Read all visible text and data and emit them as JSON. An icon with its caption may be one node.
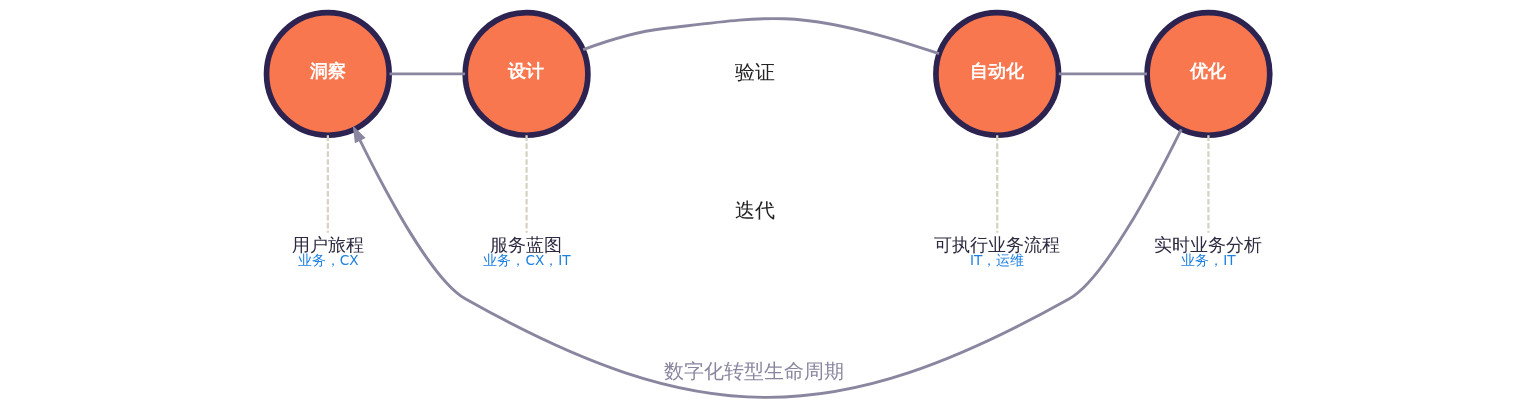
{
  "diagram": {
    "nodes": [
      {
        "text": [
          "洞察"
        ]
      },
      {
        "text": [
          "设计"
        ]
      },
      {
        "text": [
          "自动化"
        ]
      },
      {
        "text": [
          "优化"
        ]
      },
      {
        "text": [
          "用户旅程",
          "业务，CX"
        ]
      },
      {
        "text": [
          "服务蓝图",
          "业务，CX，IT"
        ]
      },
      {
        "text": [
          "可执行业务流程",
          "IT，运维"
        ]
      },
      {
        "text": [
          "实时业务分析",
          "业务，IT"
        ]
      }
    ],
    "edges": [
      {
        "from": 0,
        "to": 1,
        "arrow": "none",
        "color": "#8a86a0"
      },
      {
        "from": 1,
        "to": 2,
        "arrow": "none",
        "color": "#8a86a0"
      },
      {
        "from": 2,
        "to": 3,
        "arrow": "none",
        "color": "#8a86a0"
      },
      {
        "from": 3,
        "to": 0,
        "arrow": "to",
        "label": "数字化转型生命周期",
        "color": "#8a86a0"
      },
      {
        "from": 0,
        "to": 4,
        "arrow": "none",
        "style": "dashed",
        "color": "#d6d3c4"
      },
      {
        "from": 1,
        "to": 5,
        "arrow": "none",
        "style": "dashed",
        "color": "#d6d3c4"
      },
      {
        "from": 2,
        "to": 6,
        "arrow": "none",
        "style": "dashed",
        "color": "#d6d3c4"
      },
      {
        "from": 3,
        "to": 7,
        "arrow": "none",
        "style": "dashed",
        "color": "#d6d3c4"
      }
    ],
    "labels": [
      "验证",
      "迭代"
    ]
  }
}
